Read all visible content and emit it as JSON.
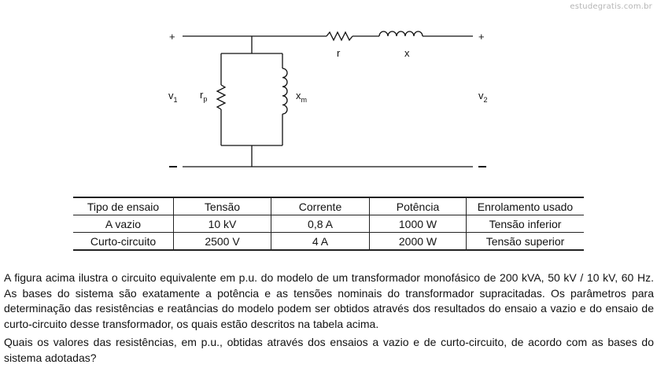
{
  "watermark": "estudegratis.com.br",
  "circuit": {
    "plus_left": "+",
    "plus_right": "+",
    "minus_left": "–",
    "minus_right": "–",
    "v1": "v",
    "v1_sub": "1",
    "v2": "v",
    "v2_sub": "2",
    "r": "r",
    "x": "x",
    "rp": "r",
    "rp_sub": "p",
    "xm": "x",
    "xm_sub": "m"
  },
  "table": {
    "headers": [
      "Tipo de ensaio",
      "Tensão",
      "Corrente",
      "Potência",
      "Enrolamento usado"
    ],
    "rows": [
      [
        "A vazio",
        "10 kV",
        "0,8 A",
        "1000 W",
        "Tensão inferior"
      ],
      [
        "Curto-circuito",
        "2500 V",
        "4 A",
        "2000 W",
        "Tensão superior"
      ]
    ]
  },
  "paragraphs": [
    "A figura acima ilustra o circuito equivalente em p.u. do modelo de um transformador monofásico de 200 kVA, 50 kV / 10 kV, 60 Hz. As bases do sistema são exatamente a potência e as tensões nominais do transformador supracitadas. Os parâmetros para determinação das resistências e reatâncias do modelo podem ser obtidos através dos resultados do ensaio a vazio e do ensaio de curto-circuito desse transformador, os quais estão descritos na tabela acima.",
    "Quais os valores das resistências, em p.u., obtidas através dos ensaios a vazio e de curto-circuito, de acordo com as bases do sistema adotadas?"
  ]
}
